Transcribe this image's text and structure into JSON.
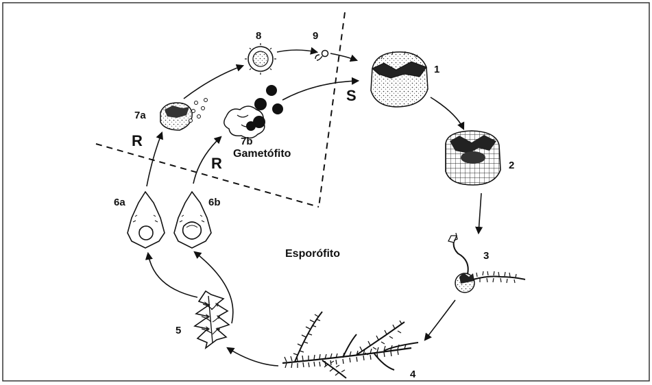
{
  "stages": {
    "s1": "1",
    "s2": "2",
    "s3": "3",
    "s4": "4",
    "s5": "5",
    "s6a": "6a",
    "s6b": "6b",
    "s7a": "7a",
    "s7b": "7b",
    "s8": "8",
    "s9": "9"
  },
  "markers": {
    "r_left": "R",
    "r_right": "R",
    "s": "S"
  },
  "regions": {
    "gametophyte": "Gametófito",
    "sporophyte": "Esporófito"
  },
  "colors": {
    "ink": "#111111",
    "background": "#ffffff",
    "frame": "#333333"
  }
}
